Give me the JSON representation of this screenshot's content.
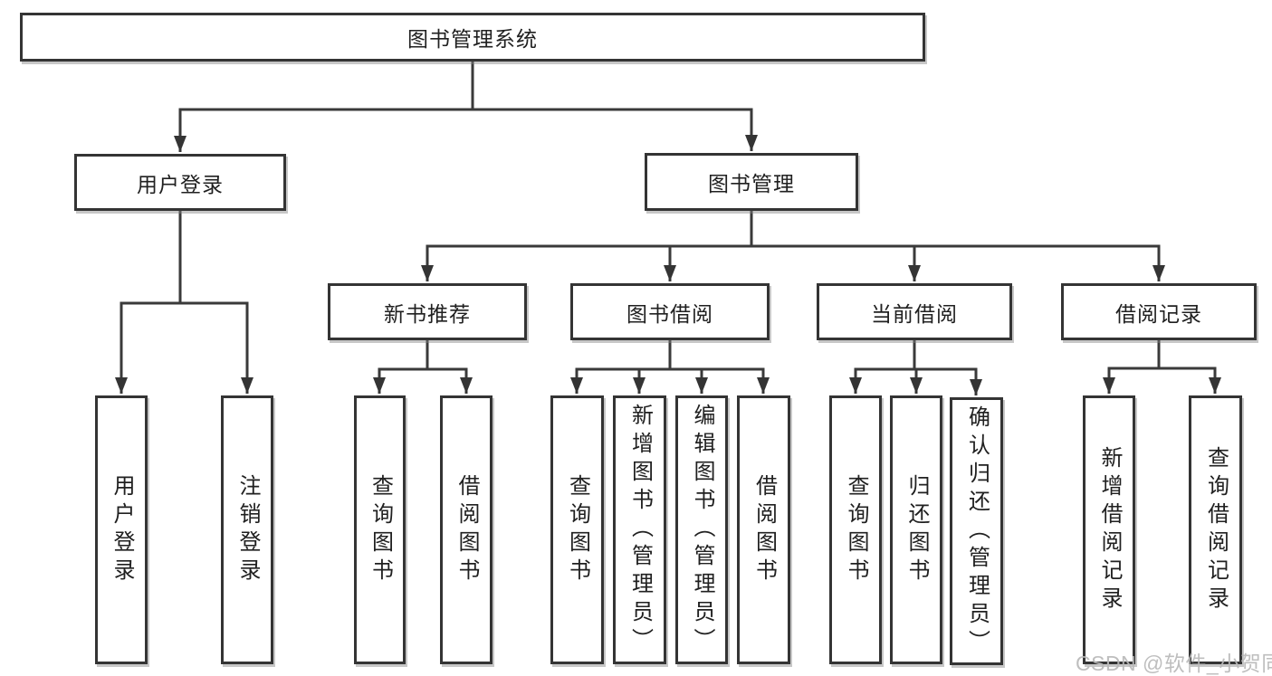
{
  "colors": {
    "line": "#3a3a3a",
    "border": "#343434",
    "text": "#202020",
    "watermark": "#b9b9b9",
    "background": "#ffffff"
  },
  "watermark": {
    "text": "CSDN @软件_小贺同学"
  },
  "tree": {
    "root": {
      "label": "图书管理系统"
    },
    "branches": [
      {
        "label": "用户登录",
        "leaves": [
          "用户登录",
          "注销登录"
        ]
      },
      {
        "label": "图书管理",
        "children": [
          {
            "label": "新书推荐",
            "leaves": [
              "查询图书",
              "借阅图书"
            ]
          },
          {
            "label": "图书借阅",
            "leaves": [
              "查询图书",
              "新增图书（管理员）",
              "编辑图书（管理员）",
              "借阅图书"
            ]
          },
          {
            "label": "当前借阅",
            "leaves": [
              "查询图书",
              "归还图书",
              "确认归还（管理员）"
            ]
          },
          {
            "label": "借阅记录",
            "leaves": [
              "新增借阅记录",
              "查询借阅记录"
            ]
          }
        ]
      }
    ]
  }
}
